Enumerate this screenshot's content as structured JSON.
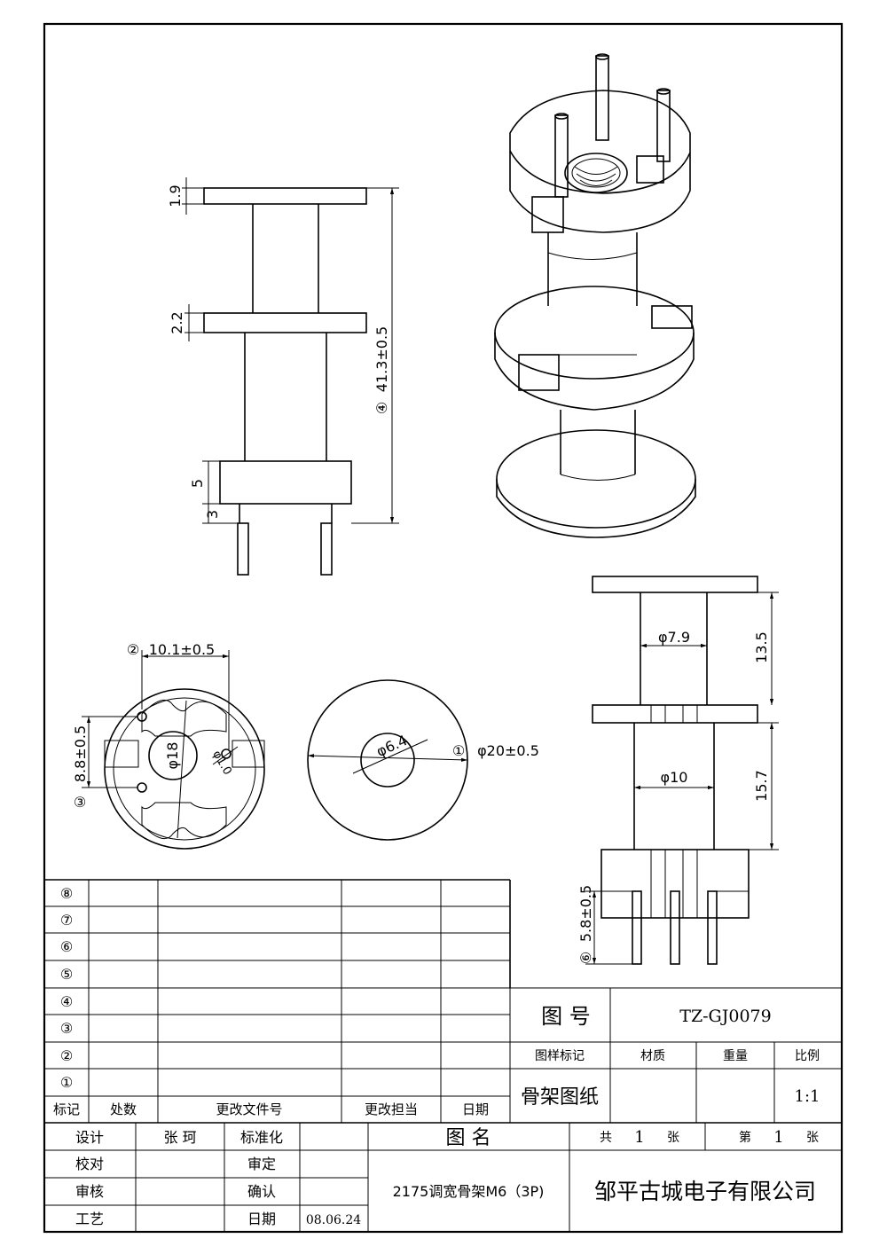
{
  "dimensions": {
    "top_flange": "1.9",
    "mid_flange": "2.2",
    "overall_height": "41.3±0.5",
    "overall_marker": "④",
    "base_height": "5",
    "pin_stub": "3",
    "slot_width": "10.1±0.5",
    "slot_width_marker": "②",
    "slot_height": "8.8±0.5",
    "slot_height_marker": "③",
    "bore_dia": "φ18",
    "pin_hole": "φ1.0",
    "flange_dia": "φ20±0.5",
    "flange_marker": "①",
    "hole_dia": "φ6.4",
    "upper_core_dia": "φ7.9",
    "upper_core_len": "13.5",
    "lower_core_dia": "φ10",
    "lower_core_len": "15.7",
    "pin_len": "5.8±0.5",
    "pin_len_marker": "⑥"
  },
  "revision_table": {
    "row_markers": [
      "⑧",
      "⑦",
      "⑥",
      "⑤",
      "④",
      "③",
      "②",
      "①"
    ],
    "headers": [
      "标记",
      "处数",
      "更改文件号",
      "更改担当",
      "日期"
    ]
  },
  "title_block": {
    "drawing_no_label": "图  号",
    "drawing_no": "TZ-GJ0079",
    "sample_mark_label": "图样标记",
    "material_label": "材质",
    "weight_label": "重量",
    "scale_label": "比例",
    "doc_type": "骨架图纸",
    "scale": "1:1",
    "design_label": "设计",
    "designer": "张 珂",
    "standard_label": "标准化",
    "drawing_name_label": "图  名",
    "total_label": "共",
    "total_value": "1",
    "sheet_unit": "张",
    "sheet_label": "第",
    "sheet_value": "1",
    "check_label": "校对",
    "review_label": "审定",
    "audit_label": "审核",
    "confirm_label": "确认",
    "process_label": "工艺",
    "date_label": "日期",
    "date": "08.06.24",
    "part_name": "2175调宽骨架M6（3P)",
    "company": "邹平古城电子有限公司"
  }
}
